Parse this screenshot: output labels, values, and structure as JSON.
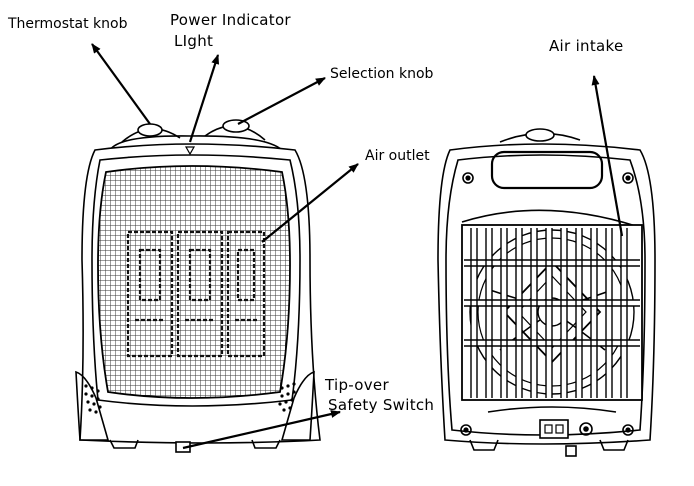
{
  "labels": {
    "thermostat_knob": "Thermostat knob",
    "power_indicator_line1": "Power Indicator",
    "power_indicator_line2": "LIght",
    "selection_knob": "Selection knob",
    "air_outlet": "Air outlet",
    "air_intake": "Air intake",
    "tip_over_line1": "Tip-over",
    "tip_over_line2": "Safety Switch"
  },
  "colors": {
    "line": "#000000",
    "grille": "#2b2b2b",
    "background": "#ffffff"
  }
}
